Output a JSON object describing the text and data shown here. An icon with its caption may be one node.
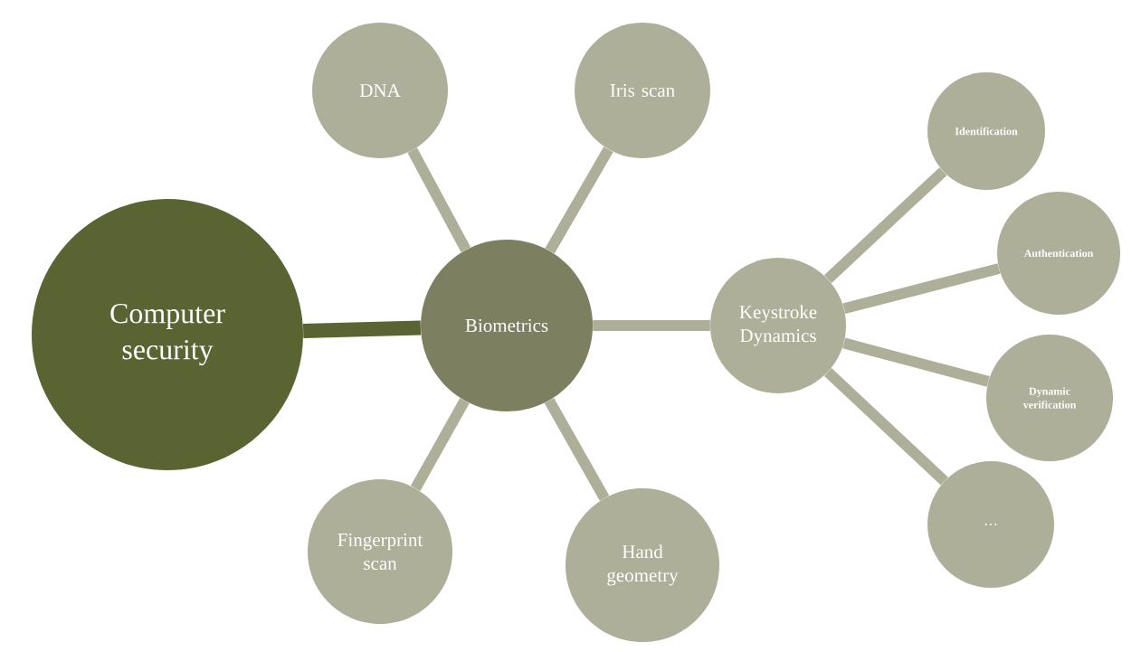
{
  "diagram": {
    "nodes": [
      {
        "text": [
          "Computer security"
        ]
      },
      {
        "text": [
          "Biometrics"
        ]
      },
      {
        "text": [
          "DNA"
        ]
      },
      {
        "text": [
          "Iris scan"
        ]
      },
      {
        "text": [
          "Fingerprint scan"
        ]
      },
      {
        "text": [
          "Hand geometry"
        ]
      },
      {
        "text": [
          "Keystroke Dynamics"
        ]
      },
      {
        "text": [
          "Identification"
        ]
      },
      {
        "text": [
          "Authentication"
        ]
      },
      {
        "text": [
          "Dynamic verification"
        ]
      },
      {
        "text": [
          "…"
        ]
      }
    ],
    "edges": [
      {
        "from": 0,
        "to": 1,
        "arrow": "none",
        "color": "#5a6332"
      },
      {
        "from": 1,
        "to": 2,
        "arrow": "none"
      },
      {
        "from": 1,
        "to": 3,
        "arrow": "none"
      },
      {
        "from": 1,
        "to": 4,
        "arrow": "none"
      },
      {
        "from": 1,
        "to": 5,
        "arrow": "none"
      },
      {
        "from": 1,
        "to": 6,
        "arrow": "none"
      },
      {
        "from": 6,
        "to": 7,
        "arrow": "none"
      },
      {
        "from": 6,
        "to": 8,
        "arrow": "none"
      },
      {
        "from": 6,
        "to": 9,
        "arrow": "none"
      },
      {
        "from": 6,
        "to": 10,
        "arrow": "none"
      }
    ]
  }
}
